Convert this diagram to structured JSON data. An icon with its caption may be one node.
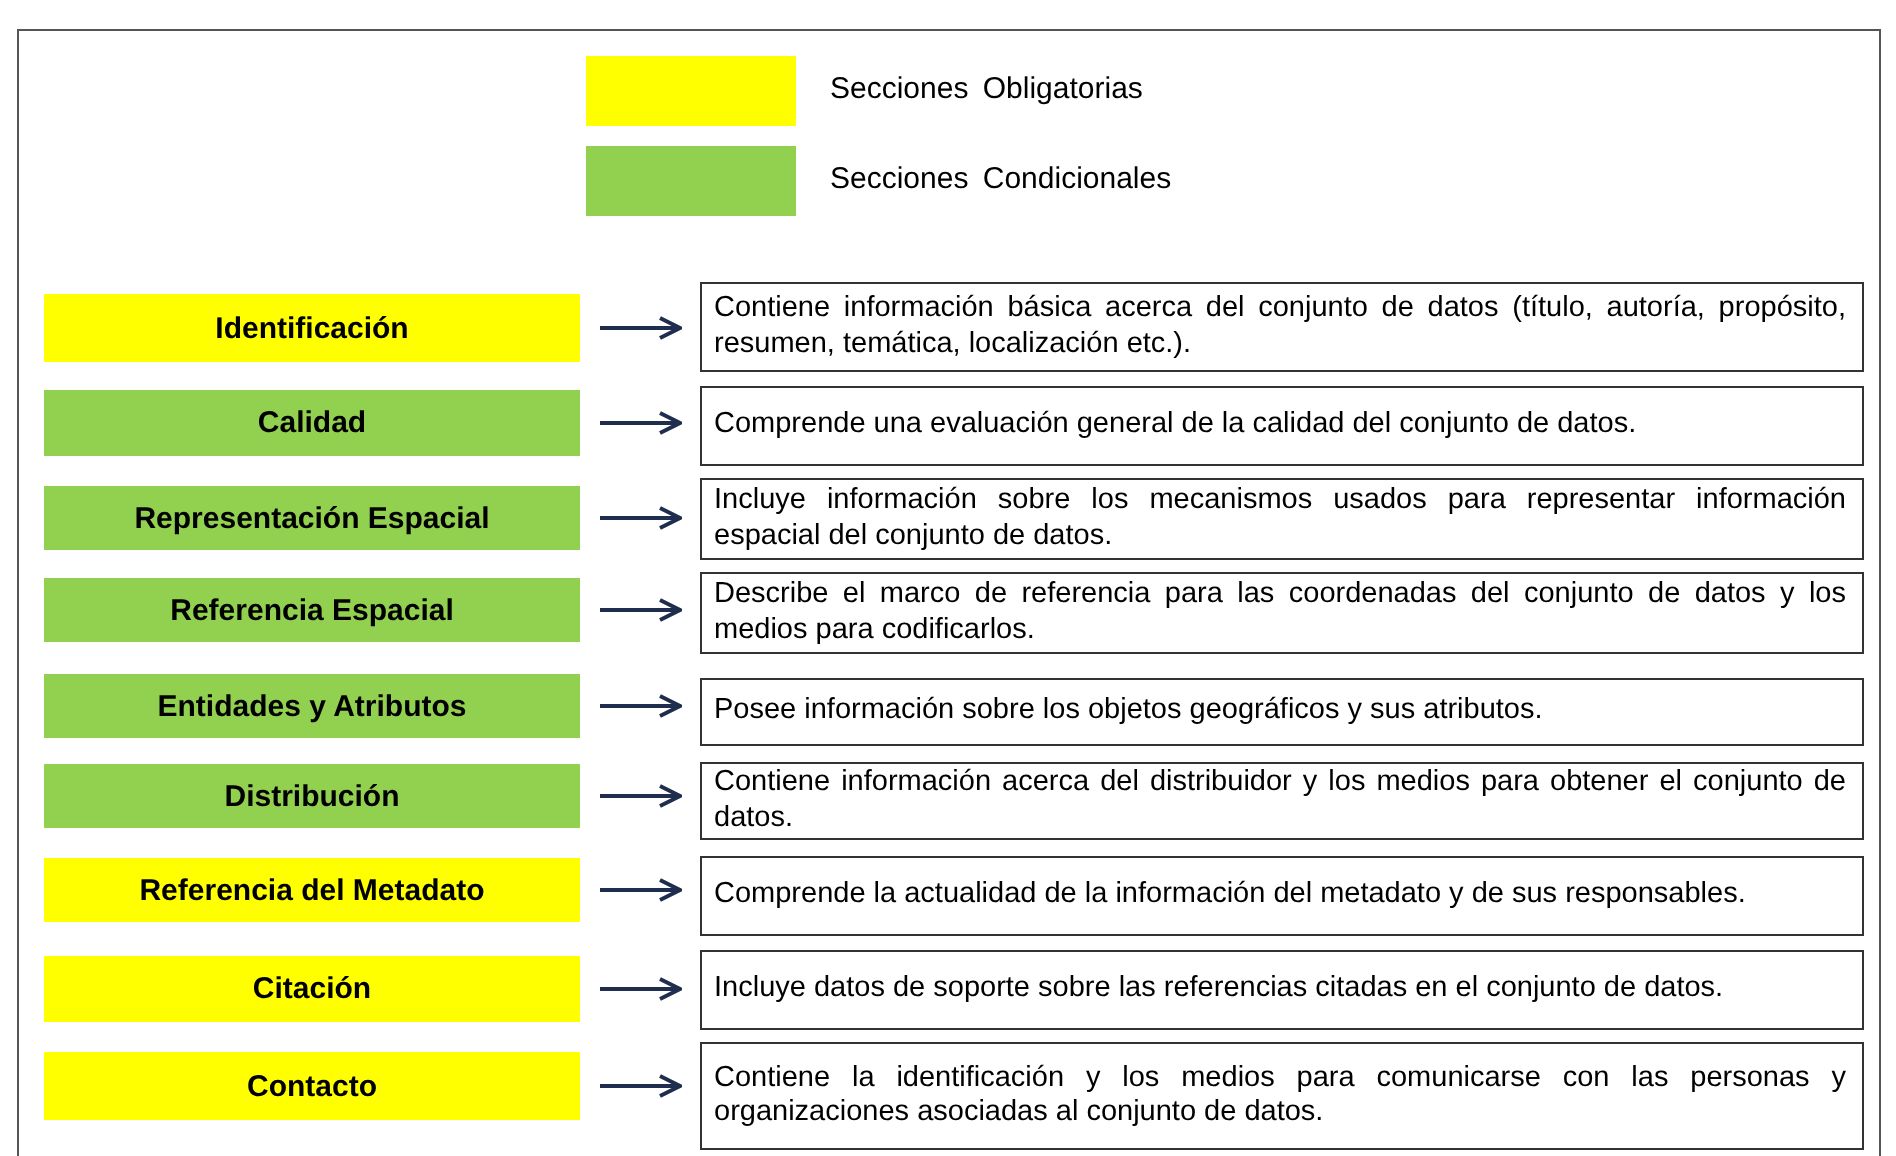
{
  "diagram": {
    "nodes": [
      {
        "text": [
          "Identificación"
        ]
      },
      {
        "text": [
          "Contiene información básica acerca del conjunto de datos (título, autoría, propósito, resumen, temática, localización etc.)."
        ]
      },
      {
        "text": [
          "Calidad"
        ]
      },
      {
        "text": [
          "Comprende una evaluación general de la calidad del conjunto de datos."
        ]
      },
      {
        "text": [
          "Representación Espacial"
        ]
      },
      {
        "text": [
          "Incluye información sobre los mecanismos usados para representar información espacial del conjunto de datos."
        ]
      },
      {
        "text": [
          "Referencia Espacial"
        ]
      },
      {
        "text": [
          "Describe el marco de referencia para las coordenadas del conjunto de datos y los medios para codificarlos."
        ]
      },
      {
        "text": [
          "Entidades y Atributos"
        ]
      },
      {
        "text": [
          "Posee información sobre los objetos geográficos y sus atributos."
        ]
      },
      {
        "text": [
          "Distribución"
        ]
      },
      {
        "text": [
          "Contiene información acerca del distribuidor y los medios para obtener el conjunto de datos."
        ]
      },
      {
        "text": [
          "Referencia del Metadato"
        ]
      },
      {
        "text": [
          "Comprende la actualidad de la información del metadato y de sus responsables."
        ]
      },
      {
        "text": [
          "Citación"
        ]
      },
      {
        "text": [
          "Incluye datos de soporte sobre las referencias citadas en el conjunto de datos."
        ]
      },
      {
        "text": [
          "Contacto"
        ]
      },
      {
        "text": [
          "Contiene la identificación y los medios para comunicarse con las personas y organizaciones asociadas al conjunto de datos."
        ]
      }
    ],
    "edges": [
      {
        "from": 0,
        "to": 1,
        "arrow": "to"
      },
      {
        "from": 2,
        "to": 3,
        "arrow": "to"
      },
      {
        "from": 4,
        "to": 5,
        "arrow": "to"
      },
      {
        "from": 6,
        "to": 7,
        "arrow": "to"
      },
      {
        "from": 8,
        "to": 9,
        "arrow": "to"
      },
      {
        "from": 10,
        "to": 11,
        "arrow": "to"
      },
      {
        "from": 12,
        "to": 13,
        "arrow": "to"
      },
      {
        "from": 14,
        "to": 15,
        "arrow": "to"
      },
      {
        "from": 16,
        "to": 17,
        "arrow": "to"
      }
    ],
    "legend": [
      {
        "text": "Secciones Obligatorias",
        "color": "#ffff00"
      },
      {
        "text": "Secciones Condicionales",
        "color": "#92d050"
      }
    ]
  }
}
